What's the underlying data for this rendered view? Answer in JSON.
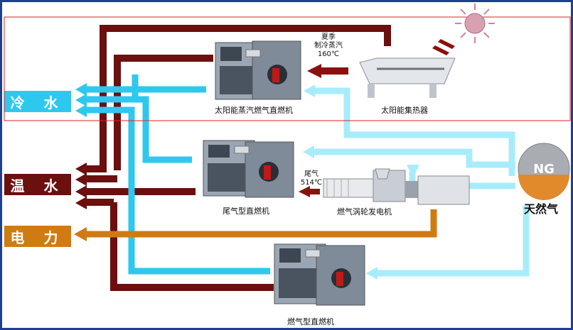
{
  "labels": {
    "cold_water": "冷  水",
    "warm_water": "温  水",
    "electricity": "电  力",
    "natural_gas": "天然气",
    "ng_badge": "NG"
  },
  "machines": {
    "solar_steam_chiller": "太阳能蒸汽燃气直燃机",
    "solar_collector": "太阳能集热器",
    "exhaust_chiller": "尾气型直燃机",
    "gas_turbine": "燃气涡轮发电机",
    "gas_chiller": "燃气型直燃机"
  },
  "notes": {
    "summer_line1": "夏季",
    "summer_line2": "制冷蒸汽",
    "summer_line3": "160℃",
    "exhaust_line1": "尾气",
    "exhaust_line2": "514℃"
  },
  "colors": {
    "cold": "#2ec8ee",
    "cold_light": "#a8ecfb",
    "warm": "#6b0f0f",
    "power": "#d07b12",
    "border": "#1f3f8f",
    "highlight": "#e02020"
  },
  "icons": [
    "sun-icon",
    "chiller-icon",
    "turbine-icon",
    "solar-collector-icon",
    "ng-ball-icon"
  ]
}
